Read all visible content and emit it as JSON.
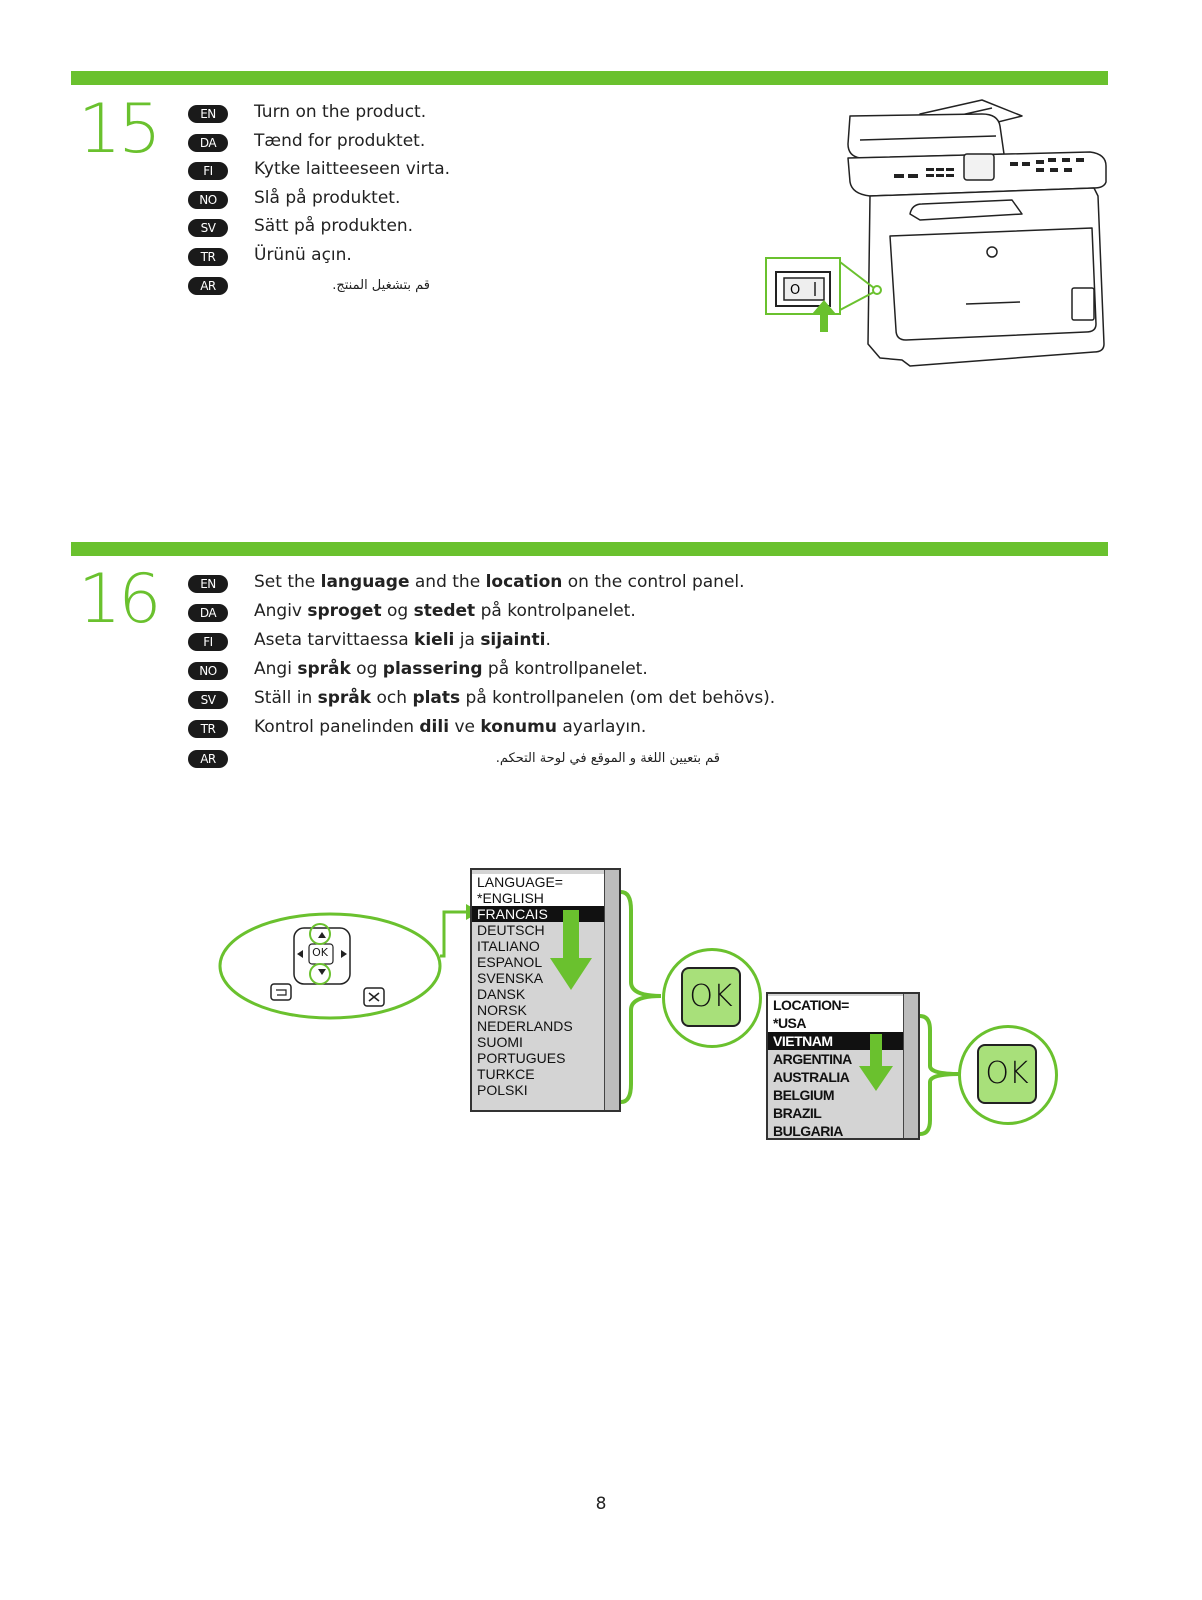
{
  "step15": {
    "number": "15",
    "lines": [
      {
        "lang": "EN",
        "text": "Turn on the product."
      },
      {
        "lang": "DA",
        "text": "Tænd for produktet."
      },
      {
        "lang": "FI",
        "text": "Kytke laitteeseen virta."
      },
      {
        "lang": "NO",
        "text": "Slå på produktet."
      },
      {
        "lang": "SV",
        "text": "Sätt på produkten."
      },
      {
        "lang": "TR",
        "text": "Ürünü açın."
      },
      {
        "lang": "AR",
        "text": "قم بتشغيل المنتج."
      }
    ]
  },
  "step16": {
    "number": "16",
    "lines": [
      {
        "lang": "EN",
        "parts": [
          "Set the ",
          "language",
          " and the ",
          "location",
          " on the control panel."
        ]
      },
      {
        "lang": "DA",
        "parts": [
          "Angiv ",
          "sproget",
          " og ",
          "stedet",
          " på kontrolpanelet."
        ]
      },
      {
        "lang": "FI",
        "parts": [
          "Aseta tarvittaessa ",
          "kieli",
          " ja ",
          "sijainti",
          "."
        ]
      },
      {
        "lang": "NO",
        "parts": [
          "Angi ",
          "språk",
          " og ",
          "plassering",
          " på kontrollpanelet."
        ]
      },
      {
        "lang": "SV",
        "parts": [
          "Ställ in ",
          "språk",
          " och ",
          "plats",
          " på kontrollpanelen (om det behövs)."
        ]
      },
      {
        "lang": "TR",
        "parts": [
          "Kontrol panelinden ",
          "dili",
          " ve ",
          "konumu",
          " ayarlayın."
        ]
      },
      {
        "lang": "AR",
        "text": "قم بتعيين اللغة و الموقع في لوحة التحكم."
      }
    ]
  },
  "control_panel": {
    "ok_label": "OK"
  },
  "language_menu": {
    "items": [
      "LANGUAGE=",
      "*ENGLISH",
      "FRANCAIS",
      "DEUTSCH",
      "ITALIANO",
      "ESPANOL",
      "SVENSKA",
      "DANSK",
      "NORSK",
      "NEDERLANDS",
      "SUOMI",
      "PORTUGUES",
      "TURKCE",
      "POLSKI"
    ],
    "selected_index": 2
  },
  "location_menu": {
    "items": [
      "LOCATION=",
      "*USA",
      "VIETNAM",
      "ARGENTINA",
      "AUSTRALIA",
      "BELGIUM",
      "BRAZIL",
      "BULGARIA"
    ],
    "selected_index": 2
  },
  "ok_buttons": [
    "OK",
    "OK"
  ],
  "page_number": "8",
  "colors": {
    "accent": "#6ac12e",
    "ok_fill": "#a8e07a"
  }
}
